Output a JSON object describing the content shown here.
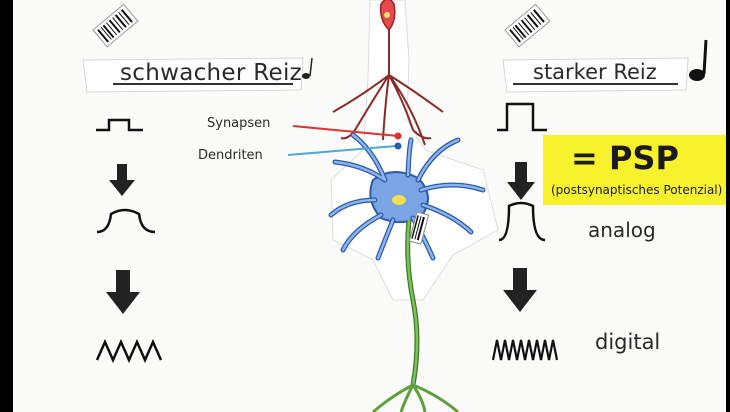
{
  "left": {
    "label": "schwacher Reiz"
  },
  "right": {
    "label": "starker Reiz"
  },
  "annotations": {
    "synapses": "Synapsen",
    "dendrites": "Dendriten"
  },
  "psp": {
    "title": "= PSP",
    "subtitle": "(postsynaptisches Potenzial)"
  },
  "signals": {
    "analog": "analog",
    "digital": "digital"
  },
  "colors": {
    "psp_box": "#f7f22b",
    "dendrite_top": "#8b2a2a",
    "neuron": "#7aa4e4",
    "axon": "#5ea03e",
    "synapse_line": "#e03030",
    "dendrite_line": "#4aa8d8"
  }
}
